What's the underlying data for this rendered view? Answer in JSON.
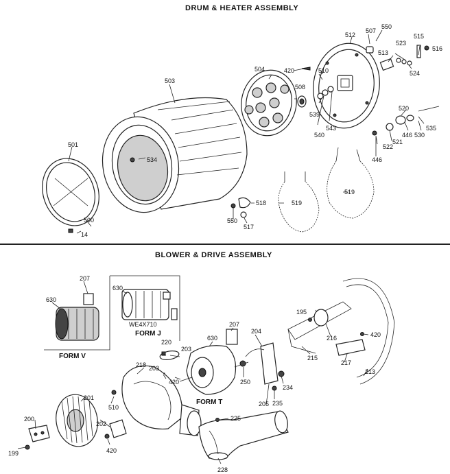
{
  "sections": {
    "drum_heater": {
      "title": "DRUM & HEATER ASSEMBLY"
    },
    "blower_drive": {
      "title": "BLOWER & DRIVE ASSEMBLY"
    }
  },
  "forms": {
    "form_v": "FORM V",
    "form_j": "FORM J",
    "form_t": "FORM T",
    "motor_code": "WE4X710"
  },
  "drum_parts": {
    "p503": "503",
    "p504": "504",
    "p501": "501",
    "p500": "500",
    "p14": "14",
    "p534": "534",
    "p420": "420",
    "p508": "508",
    "p510": "510",
    "p512": "512",
    "p507": "507",
    "p550a": "550",
    "p515": "515",
    "p516": "516",
    "p523": "523",
    "p513": "513",
    "p524": "524",
    "p539": "539",
    "p540": "540",
    "p543": "543",
    "p520": "520",
    "p535": "535",
    "p446a": "446",
    "p530": "530",
    "p522": "522",
    "p521": "521",
    "p446b": "446",
    "p518": "518",
    "p550b": "550",
    "p517": "517",
    "p519a": "519",
    "p519b": "519"
  },
  "blower_parts": {
    "p207a": "207",
    "p630a": "630",
    "p630b": "630",
    "p207b": "207",
    "p630c": "630",
    "p204": "204",
    "p220": "220",
    "p203a": "203",
    "p203b": "203",
    "p218": "218",
    "p420a": "420",
    "p250": "250",
    "p234": "234",
    "p205": "205",
    "p235": "235",
    "p195": "195",
    "p216": "216",
    "p215": "215",
    "p217": "217",
    "p420b": "420",
    "p213": "213",
    "p201": "201",
    "p510": "510",
    "p200": "200",
    "p202": "202",
    "p199": "199",
    "p420c": "420",
    "p225": "225",
    "p228": "228"
  }
}
